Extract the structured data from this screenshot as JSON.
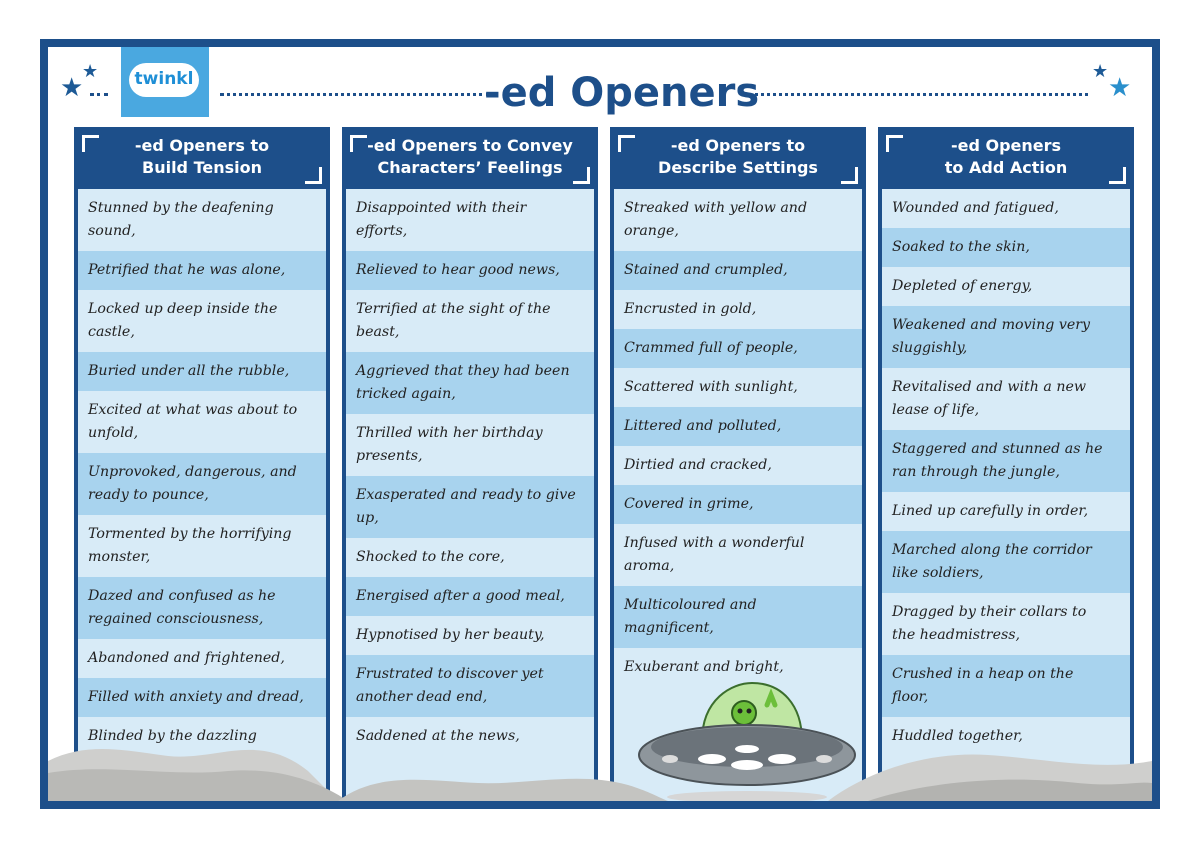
{
  "header": {
    "title": "-ed Openers",
    "logo_text": "twinkl"
  },
  "colors": {
    "frame": "#1d4f8a",
    "row_light": "#d8ebf7",
    "row_dark": "#a8d3ee",
    "logo_bg": "#4aa8e0"
  },
  "columns": [
    {
      "heading_line1": "-ed Openers to",
      "heading_line2": "Build Tension",
      "items": [
        "Stunned by the deafening sound,",
        "Petrified that he was alone,",
        "Locked up deep inside the castle,",
        "Buried under all the rubble,",
        "Excited at what was about to unfold,",
        "Unprovoked, dangerous, and ready to pounce,",
        "Tormented by the horrifying monster,",
        "Dazed and confused as he regained consciousness,",
        "Abandoned and frightened,",
        "Filled with anxiety and dread,",
        "Blinded by the dazzling lights,"
      ]
    },
    {
      "heading_line1": "-ed Openers to Convey",
      "heading_line2": "Characters’ Feelings",
      "items": [
        "Disappointed with their efforts,",
        "Relieved to hear good news,",
        "Terrified at the sight of the beast,",
        "Aggrieved that they had been tricked again,",
        "Thrilled with her birthday presents,",
        "Exasperated and ready to give up,",
        "Shocked to the core,",
        "Energised after a good meal,",
        "Hypnotised by her beauty,",
        "Frustrated to discover yet another dead end,",
        "Saddened at the news,"
      ]
    },
    {
      "heading_line1": "-ed Openers to",
      "heading_line2": "Describe Settings",
      "items": [
        "Streaked with yellow and orange,",
        "Stained and crumpled,",
        "Encrusted in gold,",
        "Crammed full of people,",
        "Scattered with sunlight,",
        "Littered and polluted,",
        "Dirtied and cracked,",
        "Covered in grime,",
        "Infused with a wonderful aroma,",
        "Multicoloured and magnificent,",
        "Exuberant and bright,"
      ]
    },
    {
      "heading_line1": "-ed Openers",
      "heading_line2": "to Add Action",
      "items": [
        "Wounded and fatigued,",
        "Soaked to the skin,",
        "Depleted of energy,",
        "Weakened and moving very sluggishly,",
        "Revitalised and with a new lease of life,",
        "Staggered and stunned as he ran through the jungle,",
        "Lined up carefully in order,",
        "Marched along the corridor like soldiers,",
        "Dragged by their collars to the headmistress,",
        "Crushed in a heap on the floor,",
        "Huddled together,"
      ]
    }
  ]
}
